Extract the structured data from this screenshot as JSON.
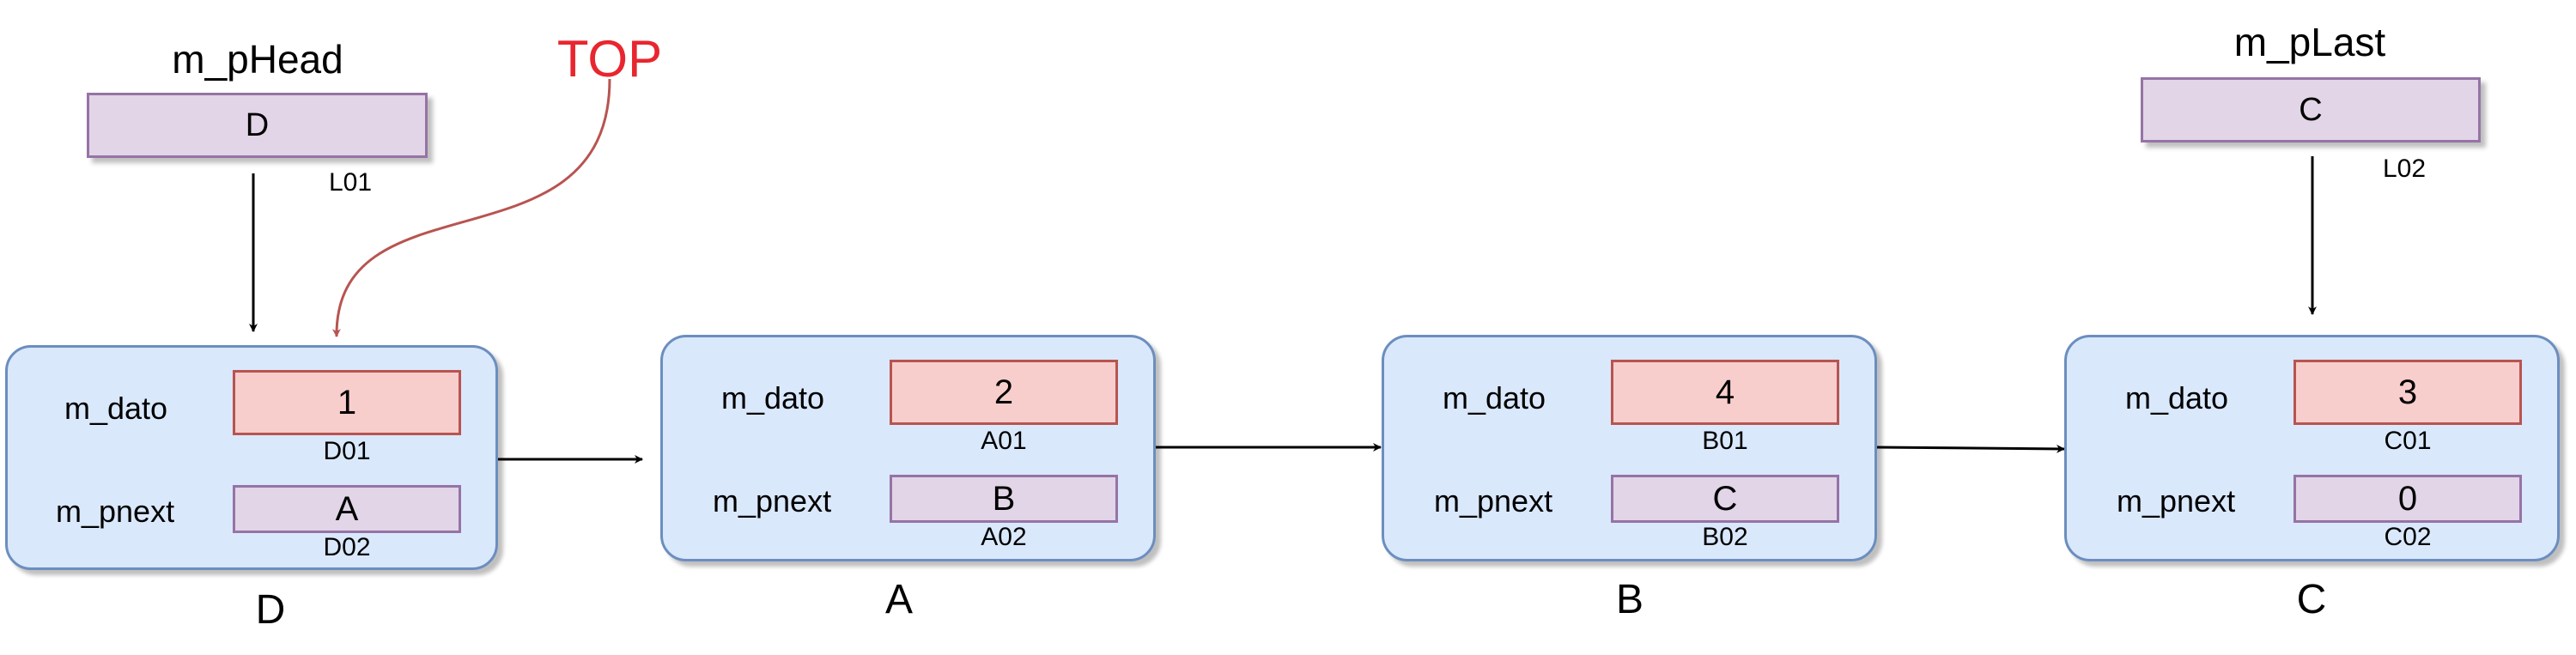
{
  "head": {
    "title": "m_pHead",
    "value": "D",
    "address": "L01"
  },
  "last": {
    "title": "m_pLast",
    "value": "C",
    "address": "L02"
  },
  "top_label": "TOP",
  "field_labels": {
    "dato": "m_dato",
    "pnext": "m_pnext"
  },
  "nodes": [
    {
      "name": "D",
      "dato": "1",
      "dato_address": "D01",
      "pnext": "A",
      "pnext_address": "D02"
    },
    {
      "name": "A",
      "dato": "2",
      "dato_address": "A01",
      "pnext": "B",
      "pnext_address": "A02"
    },
    {
      "name": "B",
      "dato": "4",
      "dato_address": "B01",
      "pnext": "C",
      "pnext_address": "B02"
    },
    {
      "name": "C",
      "dato": "3",
      "dato_address": "C01",
      "pnext": "0",
      "pnext_address": "C02"
    }
  ],
  "colors": {
    "node_fill": "#dae8fc",
    "node_stroke": "#6c8ebf",
    "dato_fill": "#f8cecc",
    "dato_stroke": "#b85450",
    "pointer_fill": "#e1d5e7",
    "pointer_stroke": "#9673a6",
    "top_label": "#e8262f",
    "top_arrow": "#b85450"
  }
}
